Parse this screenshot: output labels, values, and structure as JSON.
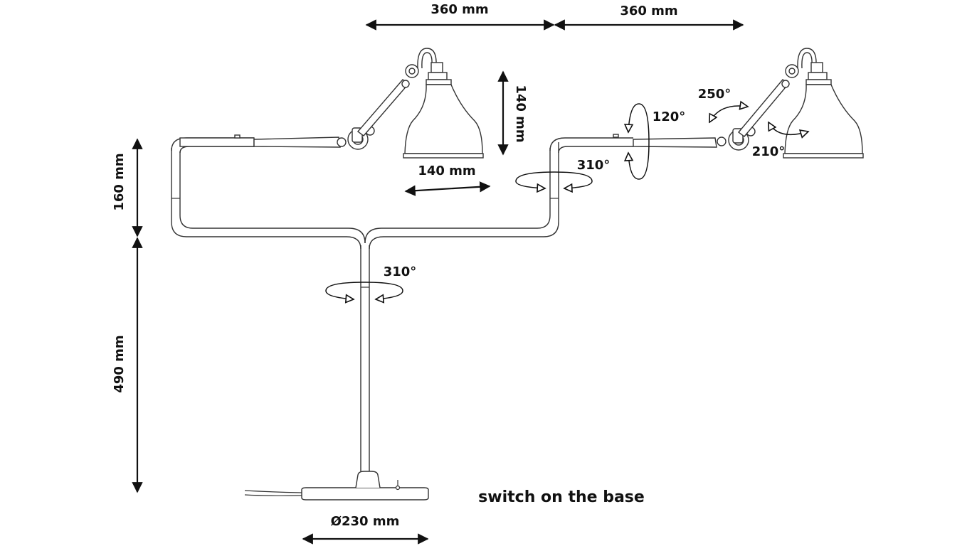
{
  "dimensions": {
    "arm_left": "360 mm",
    "arm_right": "360 mm",
    "shade_height": "140 mm",
    "shade_width": "140 mm",
    "arm_height": "160 mm",
    "stem_height": "490 mm",
    "base_diameter": "Ø230 mm"
  },
  "rotations": {
    "stem": "310°",
    "arm_joint": "310°",
    "arm_tilt": "120°",
    "shade_swivel": "250°",
    "shade_tilt": "210°"
  },
  "note": "switch on the base",
  "colors": {
    "line": "#111111",
    "lamp_outline": "#333333"
  }
}
